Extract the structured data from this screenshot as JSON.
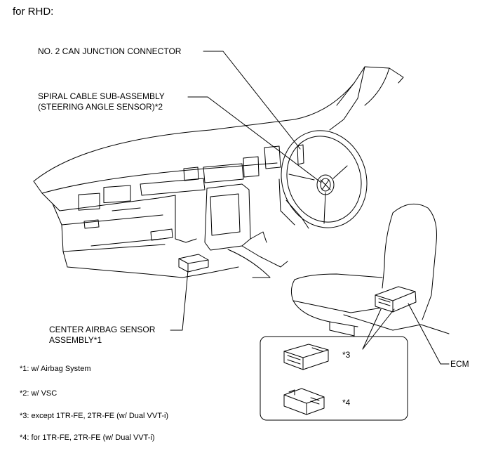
{
  "heading": "for RHD:",
  "callouts": {
    "can_junction": "NO. 2 CAN JUNCTION CONNECTOR",
    "spiral_cable_line1": "SPIRAL CABLE SUB-ASSEMBLY",
    "spiral_cable_line2": "(STEERING ANGLE SENSOR)*2",
    "airbag_sensor_line1": "CENTER AIRBAG SENSOR",
    "airbag_sensor_line2": "ASSEMBLY*1",
    "ecm": "ECM",
    "variant_3": "*3",
    "variant_4": "*4"
  },
  "notes": [
    "*1: w/ Airbag System",
    "*2: w/ VSC",
    "*3: except 1TR-FE, 2TR-FE (w/ Dual VVT-i)",
    "*4: for 1TR-FE, 2TR-FE (w/ Dual VVT-i)"
  ]
}
